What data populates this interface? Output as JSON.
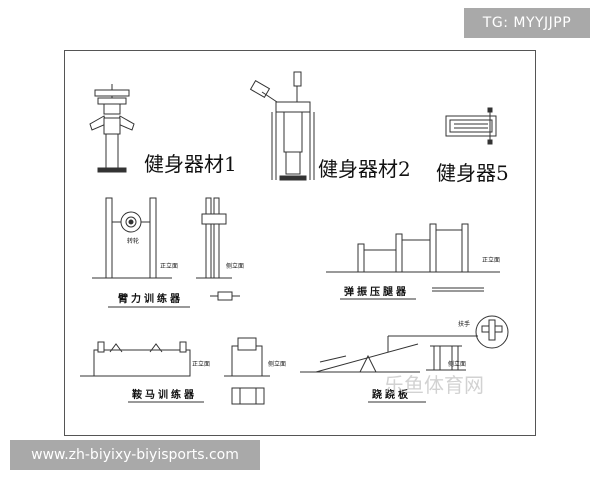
{
  "corner_tag": "TG: MYYJJPP",
  "footer_url": "www.zh-biyixy-biyisports.com",
  "equipment_titles": {
    "equipment_1": "健身器材1",
    "equipment_2": "健身器材2",
    "equipment_5": "健身器5"
  },
  "drawings": {
    "arm_trainer": {
      "name": "臂力训练器",
      "front_view": "正立面",
      "side_view": "侧立面",
      "wheel_note": "转轮"
    },
    "leg_press": {
      "name": "弹振压腿器",
      "front_view": "正立面"
    },
    "pommel_horse": {
      "name": "鞍马训练器",
      "front_view": "正立面",
      "side_view": "侧立面"
    },
    "seesaw_board": {
      "name": "跷跷板",
      "side_view": "侧立面",
      "detail_note": "扶手"
    }
  },
  "watermark": "乐鱼体育网"
}
